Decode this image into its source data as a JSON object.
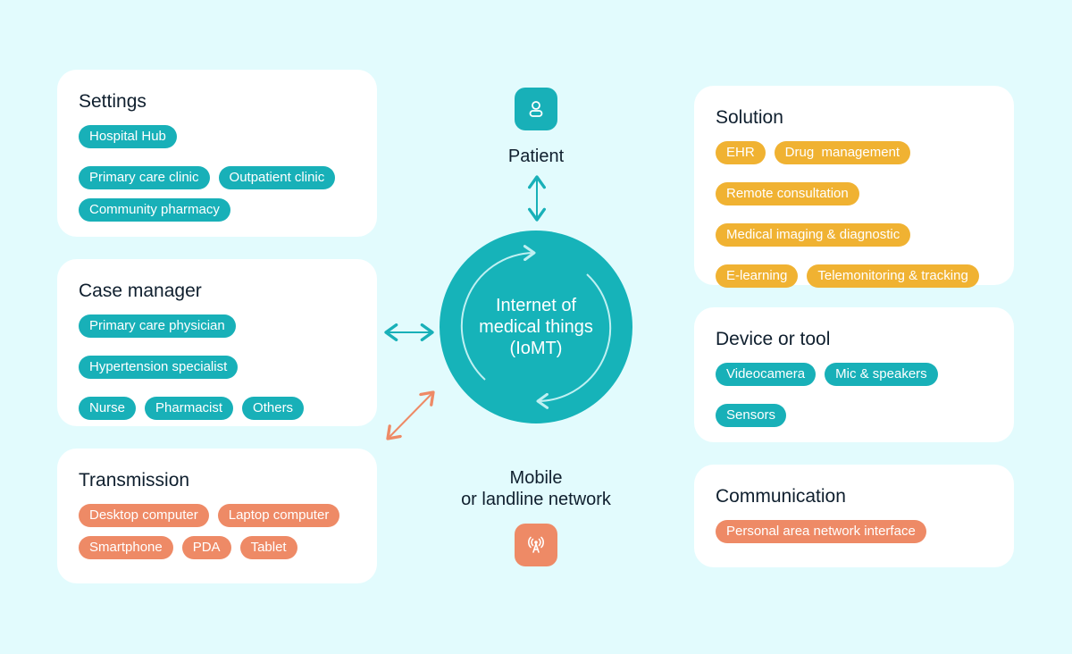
{
  "colors": {
    "background": "#e2fbfd",
    "teal": "#18b0b8",
    "orange": "#ee8a66",
    "yellow": "#f0b232",
    "hub": "#16b3b9"
  },
  "hub": {
    "label": "Internet of medical things (IoMT)",
    "icon": "circular-arrows-icon"
  },
  "patient": {
    "label": "Patient",
    "icon": "person-icon"
  },
  "network": {
    "line1": "Mobile",
    "line2": "or landline network",
    "icon": "antenna-signal-icon"
  },
  "settings": {
    "title": "Settings",
    "chips": [
      "Hospital Hub",
      "Primary care clinic",
      "Outpatient clinic",
      "Community pharmacy"
    ]
  },
  "case_manager": {
    "title": "Case manager",
    "chips": [
      "Primary care physician",
      "Hypertension specialist",
      "Nurse",
      "Pharmacist",
      "Others"
    ]
  },
  "transmission": {
    "title": "Transmission",
    "chips": [
      "Desktop computer",
      "Laptop computer",
      "Smartphone",
      "PDA",
      "Tablet"
    ]
  },
  "solution": {
    "title": "Solution",
    "chips": [
      "EHR",
      "Drug  management",
      "Remote consultation",
      "Medical imaging & diagnostic",
      "E-learning",
      "Telemonitoring & tracking"
    ]
  },
  "device": {
    "title": "Device or tool",
    "chips": [
      "Videocamera",
      "Mic & speakers",
      "Sensors"
    ]
  },
  "communication": {
    "title": "Communication",
    "chips": [
      "Personal area network interface"
    ]
  }
}
